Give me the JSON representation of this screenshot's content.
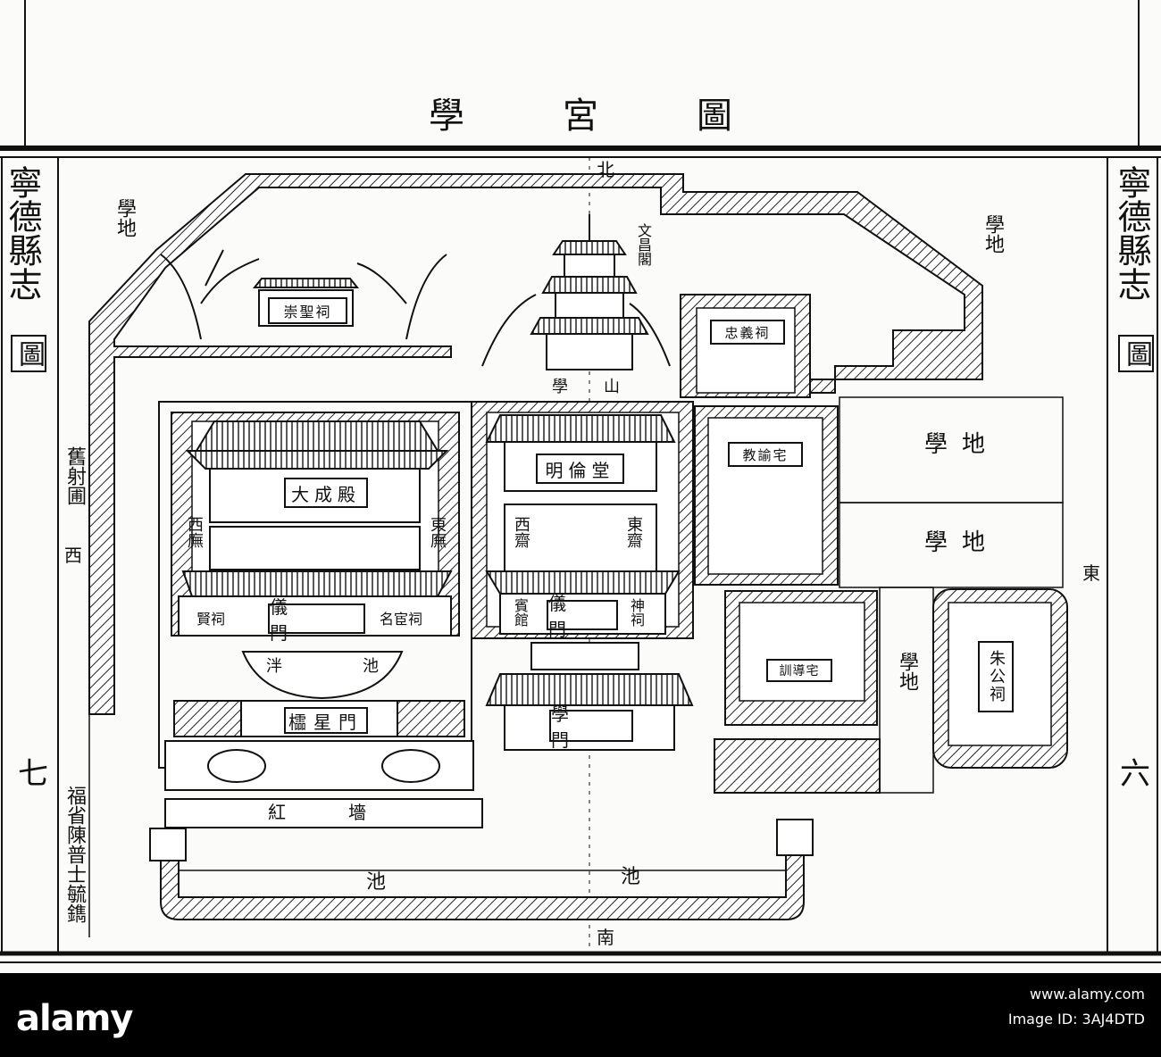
{
  "map": {
    "title": "學宮圖",
    "side_title": "寧德縣志",
    "section": "圖",
    "page_left": "七",
    "page_right": "六",
    "engraver": "福省陳普士毓鐫",
    "directions": {
      "north": "北",
      "south": "南",
      "east": "東",
      "west": "西"
    },
    "labels": {
      "school_land": "學地",
      "archery_field": "舊射圃",
      "wenchang_pavilion": "文昌閣",
      "school_hill": "學山",
      "chongsheng_shrine": "崇聖祠",
      "zhongyi_shrine": "忠義祠",
      "dacheng_hall": "大成殿",
      "east_corridor": "東廡",
      "west_corridor": "西廡",
      "yi_gate": "儀門",
      "xian_shrine": "賢祠",
      "ming_shrine": "名宦祠",
      "pan_pool": "泮池",
      "lingxing_gate": "櫺星門",
      "red_wall": "紅墻",
      "minglun_hall": "明倫堂",
      "east_study": "東齋",
      "west_study": "西齋",
      "guest_hall": "賓館",
      "hall_shrine": "神祠",
      "jiaoyu_residence": "教諭宅",
      "xundao_residence": "訓導宅",
      "zhu_shrine": "朱公祠",
      "school_gate": "學門",
      "moat": "池"
    }
  },
  "stock": {
    "logo": "alamy",
    "image_id": "Image ID: 3AJ4DTD",
    "url": "www.alamy.com"
  }
}
